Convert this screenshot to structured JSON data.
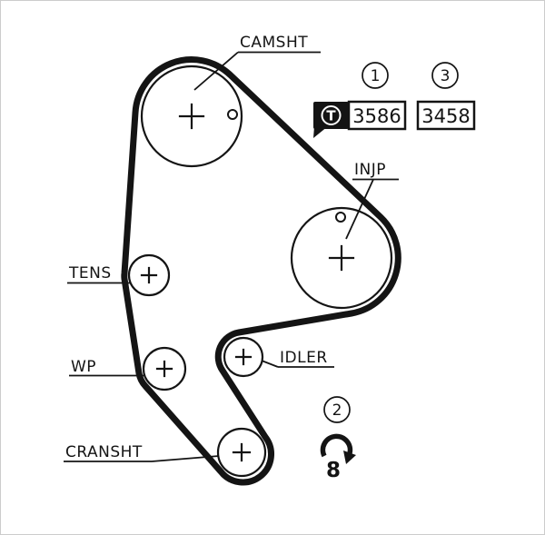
{
  "colors": {
    "ink": "#141414",
    "background": "#ffffff"
  },
  "pulleys": {
    "camshaft": {
      "label": "CAMSHT"
    },
    "injection_pump": {
      "label": "INJP"
    },
    "tensioner": {
      "label": "TENS"
    },
    "water_pump": {
      "label": "WP"
    },
    "idler": {
      "label": "IDLER"
    },
    "crankshaft": {
      "label": "CRANSHT"
    }
  },
  "callouts": {
    "belt": "1",
    "rotation": "2",
    "kit": "3"
  },
  "badges": {
    "logo_letter": "T",
    "primary_part_number": "3586",
    "secondary_part_number": "3458"
  },
  "rotation_mark": "8"
}
